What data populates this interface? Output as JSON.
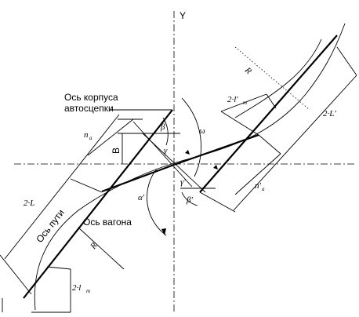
{
  "labels": {
    "y_axis": "Y",
    "coupler_axis_line1": "Ось корпуса",
    "coupler_axis_line2": "автосцепки",
    "track_axis": "Ось пути",
    "car_axis": "Ось вагона",
    "radius_left": "R",
    "radius_right": "R",
    "length_left": "2·L",
    "length_right": "2·L'",
    "length_left_main": "2·L",
    "length_right_main": "2·L'",
    "l_left_base": "2·l",
    "l_left_sub": "m",
    "l_right_base": "2·l'",
    "l_right_sub": "m",
    "n_left_base": "n",
    "n_left_sub": "a",
    "n_right_base": "n'",
    "n_right_sub": "a",
    "B": "B",
    "beta": "β",
    "beta_prime": "β'",
    "gamma": "γ",
    "gamma_prime": "γ'",
    "alpha_prime": "α'",
    "omega": "ω"
  },
  "colors": {
    "ink": "#000000",
    "background": "#ffffff"
  }
}
